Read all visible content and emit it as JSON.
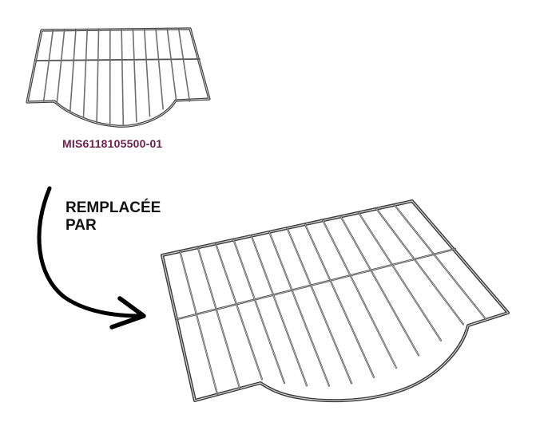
{
  "product": {
    "part_code": "MIS6118105500-01",
    "part_code_color": "#6b1f4a"
  },
  "caption": {
    "line1": "REMPLACÉE",
    "line2": "PAR"
  },
  "icons": {
    "arrow": "curved-arrow-icon"
  },
  "colors": {
    "wire_dark": "#3d3d3d",
    "wire_mid": "#8a8a8a",
    "wire_light": "#cfcfcf",
    "arrow": "#000000"
  }
}
